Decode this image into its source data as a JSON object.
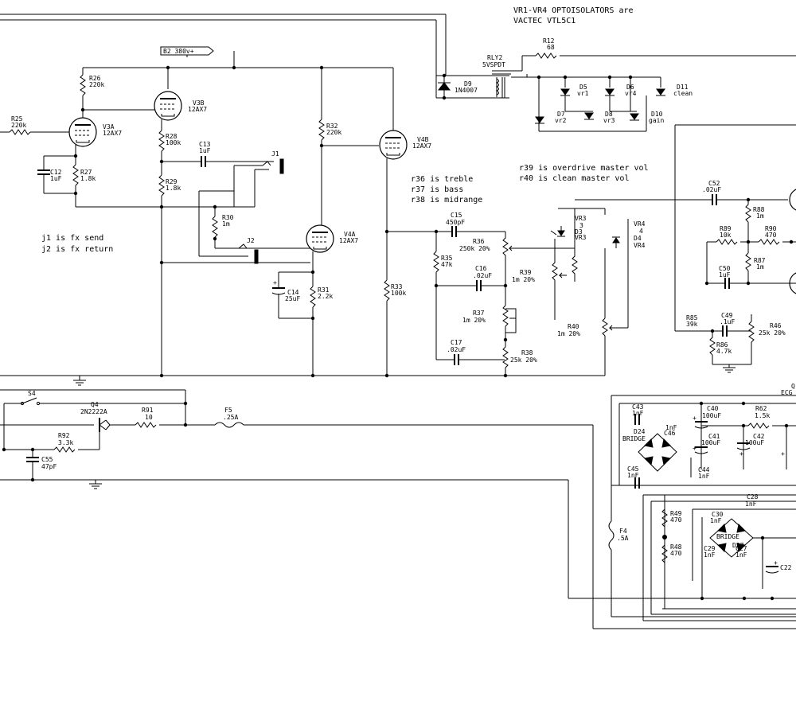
{
  "notes": {
    "opto_line1": "VR1-VR4 OPTOISOLATORS are",
    "opto_line2": "VACTEC VTL5C1",
    "fx1": "j1 is fx send",
    "fx2": "j2 is fx return",
    "tone1": "r36 is treble",
    "tone2": "r37 is bass",
    "tone3": "r38 is midrange",
    "master1": "r39 is overdrive master vol",
    "master2": "r40 is clean master vol"
  },
  "supply": {
    "label": "B2 380v+"
  },
  "tubes": {
    "v3a": {
      "ref": "V3A",
      "type": "12AX7"
    },
    "v3b": {
      "ref": "V3B",
      "type": "12AX7"
    },
    "v4a": {
      "ref": "V4A",
      "type": "12AX7"
    },
    "v4b": {
      "ref": "V4B",
      "type": "12AX7"
    }
  },
  "resistors": {
    "r25": {
      "ref": "R25",
      "value": "220k"
    },
    "r26": {
      "ref": "R26",
      "value": "220k"
    },
    "r27": {
      "ref": "R27",
      "value": "1.8k"
    },
    "r28": {
      "ref": "R28",
      "value": "100k"
    },
    "r29": {
      "ref": "R29",
      "value": "1.8k"
    },
    "r30": {
      "ref": "R30",
      "value": "1m"
    },
    "r31": {
      "ref": "R31",
      "value": "2.2k"
    },
    "r32": {
      "ref": "R32",
      "value": "220k"
    },
    "r33": {
      "ref": "R33",
      "value": "100k"
    },
    "r35": {
      "ref": "R35",
      "value": "47k"
    },
    "r36": {
      "ref": "R36",
      "value": "250k 20%"
    },
    "r37": {
      "ref": "R37",
      "value": "1m 20%"
    },
    "r38": {
      "ref": "R38",
      "value": "25k 20%"
    },
    "r39": {
      "ref": "R39",
      "value": "1m 20%"
    },
    "r40": {
      "ref": "R40",
      "value": "1m 20%"
    },
    "r12": {
      "ref": "R12",
      "value": "68"
    },
    "r85": {
      "ref": "R85",
      "value": "39k"
    },
    "r86": {
      "ref": "R86",
      "value": "4.7k"
    },
    "r87": {
      "ref": "R87",
      "value": "1m"
    },
    "r88": {
      "ref": "R88",
      "value": "1m"
    },
    "r89": {
      "ref": "R89",
      "value": "10k"
    },
    "r90": {
      "ref": "R90",
      "value": "470"
    },
    "r46": {
      "ref": "R46",
      "value": "25k 20%"
    },
    "r91": {
      "ref": "R91",
      "value": "10"
    },
    "r92": {
      "ref": "R92",
      "value": "3.3k"
    },
    "r62": {
      "ref": "R62",
      "value": "1.5k"
    },
    "r49": {
      "ref": "R49",
      "value": "470"
    },
    "r48": {
      "ref": "R48",
      "value": "470"
    }
  },
  "capacitors": {
    "c12": {
      "ref": "C12",
      "value": "1uF"
    },
    "c13": {
      "ref": "C13",
      "value": "1uF"
    },
    "c14": {
      "ref": "C14",
      "value": "25uF"
    },
    "c15": {
      "ref": "C15",
      "value": "450pF"
    },
    "c16": {
      "ref": "C16",
      "value": ".02uF"
    },
    "c17": {
      "ref": "C17",
      "value": ".02uF"
    },
    "c52": {
      "ref": "C52",
      "value": ".02uF"
    },
    "c50": {
      "ref": "C50",
      "value": "1uF"
    },
    "c49": {
      "ref": "C49",
      "value": ".1uF"
    },
    "c55": {
      "ref": "C55",
      "value": "47pF"
    },
    "c43": {
      "ref": "C43",
      "value": "1nF"
    },
    "c46": {
      "ref": "C46",
      "value": "1nF"
    },
    "c45": {
      "ref": "C45",
      "value": "1nF"
    },
    "c44": {
      "ref": "C44",
      "value": "1nF"
    },
    "c40": {
      "ref": "C40",
      "value": "100uF"
    },
    "c41": {
      "ref": "C41",
      "value": "100uF"
    },
    "c42": {
      "ref": "C42",
      "value": "100uF"
    },
    "c30": {
      "ref": "C30",
      "value": "1nF"
    },
    "c28": {
      "ref": "C28",
      "value": "1nF"
    },
    "c29": {
      "ref": "C29",
      "value": "1nF"
    },
    "c27": {
      "ref": "C27",
      "value": "1nF"
    },
    "c22": {
      "ref": "C22",
      "value": ""
    }
  },
  "diodes": {
    "d9": {
      "ref": "D9",
      "type": "1N4007"
    },
    "d5": {
      "ref": "D5",
      "tag": "vr1"
    },
    "d6": {
      "ref": "D6",
      "tag": "vr4"
    },
    "d7": {
      "ref": "D7",
      "tag": "vr2"
    },
    "d8": {
      "ref": "D8",
      "tag": "vr3"
    },
    "d10": {
      "ref": "D10",
      "tag": "gain"
    },
    "d11": {
      "ref": "D11",
      "tag": "clean"
    },
    "d24": {
      "ref": "D24",
      "type": "BRIDGE"
    },
    "d27": {
      "ref": "D27",
      "type": "BRIDGE"
    }
  },
  "relay": {
    "ref": "RLY2",
    "type": "5VSPDT"
  },
  "optos": {
    "vr3": {
      "ref": "VR3",
      "num": "3",
      "diode": "D3",
      "tag": "VR3"
    },
    "vr4": {
      "ref": "VR4",
      "num": "4",
      "diode": "D4",
      "tag": "VR4"
    }
  },
  "jacks": {
    "j1": "J1",
    "j2": "J2"
  },
  "switch": {
    "ref": "S4"
  },
  "transistor": {
    "ref": "Q4",
    "type": "2N2222A"
  },
  "fuses": {
    "f5": {
      "ref": "F5",
      "value": ".25A"
    },
    "f4": {
      "ref": "F4",
      "value": ".5A"
    }
  },
  "edge": {
    "q": "Q",
    "ecg": "ECG"
  }
}
